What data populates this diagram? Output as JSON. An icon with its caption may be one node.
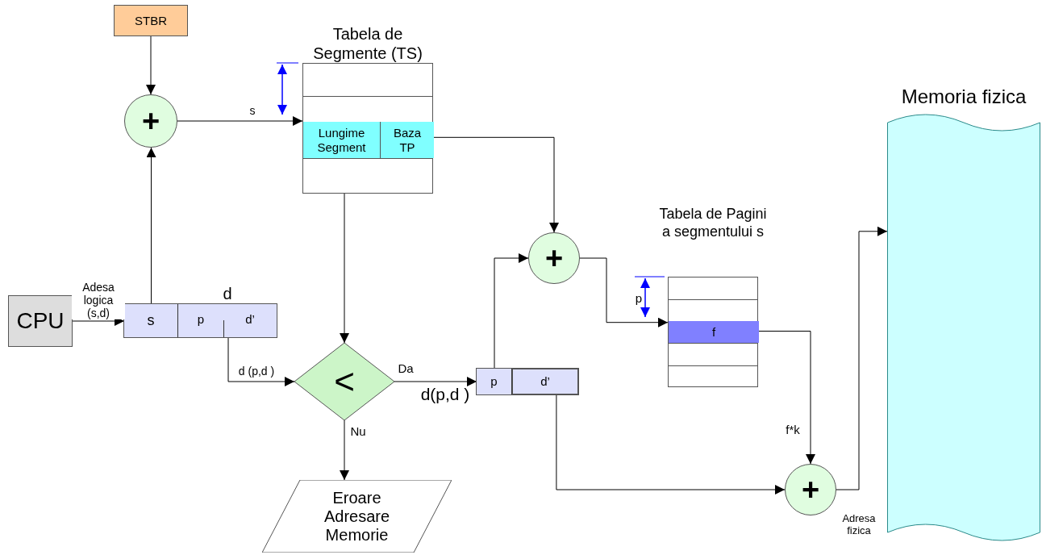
{
  "diagram": {
    "nodes": [
      {
        "text": [
          "STBR"
        ]
      },
      {
        "text": [
          "+"
        ]
      },
      {
        "text": [
          "Tabela de Segmente (TS)"
        ]
      },
      {
        "text": [
          "Lungime Segment"
        ],
        "in": 2
      },
      {
        "text": [
          "Baza TP"
        ],
        "in": 2
      },
      {
        "text": [
          "CPU"
        ]
      },
      {
        "text": [],
        "shape": "box"
      },
      {
        "text": [
          "s"
        ],
        "in": 6
      },
      {
        "text": [
          "d"
        ],
        "in": 6
      },
      {
        "text": [
          "p"
        ],
        "in": 8
      },
      {
        "text": [
          "d’"
        ],
        "in": 8
      },
      {
        "text": [
          "<"
        ]
      },
      {
        "text": [],
        "shape": "box"
      },
      {
        "text": [
          "p"
        ],
        "in": 12
      },
      {
        "text": [
          "d’"
        ],
        "in": 12
      },
      {
        "text": [
          "Eroare Adresare Memorie"
        ]
      },
      {
        "text": [
          "+"
        ]
      },
      {
        "text": [
          "Tabela de Pagini a segmentului s"
        ]
      },
      {
        "text": [
          "f"
        ],
        "in": 17
      },
      {
        "text": [
          "+"
        ]
      },
      {
        "text": [
          "Memoria fizica"
        ]
      }
    ],
    "edges": [
      {
        "from": 0,
        "to": 1,
        "arrow": "to"
      },
      {
        "from": 1,
        "to": 3,
        "arrow": "to",
        "label": "s"
      },
      {
        "from": 7,
        "to": 1,
        "arrow": "to"
      },
      {
        "from": 5,
        "to": 6,
        "arrow": "to",
        "label": "Adesa logica (s,d)"
      },
      {
        "from": 4,
        "to": 16,
        "arrow": "to"
      },
      {
        "from": 2,
        "to": 11,
        "arrow": "to"
      },
      {
        "from": 8,
        "to": 11,
        "arrow": "to",
        "label": "d (p,d )"
      },
      {
        "from": 11,
        "to": 12,
        "arrow": "to",
        "label": "Da"
      },
      {
        "from": 11,
        "to": 15,
        "arrow": "to",
        "label": "Nu"
      },
      {
        "from": 13,
        "to": 16,
        "arrow": "to"
      },
      {
        "from": 16,
        "to": 18,
        "arrow": "to"
      },
      {
        "from": 18,
        "to": 19,
        "arrow": "to",
        "label": "f*k"
      },
      {
        "from": 14,
        "to": 19,
        "arrow": "to"
      },
      {
        "from": 19,
        "to": 20,
        "arrow": "to",
        "label": "Adresa fizica"
      }
    ],
    "labels": [
      "p",
      "d(p,d )"
    ]
  }
}
